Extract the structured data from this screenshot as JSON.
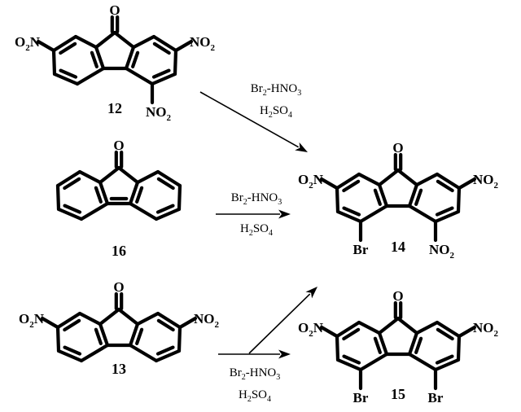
{
  "compounds": [
    {
      "id": "12",
      "label": "12"
    },
    {
      "id": "16",
      "label": "16"
    },
    {
      "id": "13",
      "label": "13"
    },
    {
      "id": "14",
      "label": "14"
    },
    {
      "id": "15",
      "label": "15"
    }
  ],
  "atoms": {
    "oxygen": "O",
    "nitro_left": {
      "main": "O",
      "sub": "2",
      "tail": "N"
    },
    "nitro_right": {
      "main": "NO",
      "sub": "2"
    },
    "bromine": "Br"
  },
  "conditions": {
    "line1": {
      "a": "Br",
      "a_sub": "2",
      "b": "-HNO",
      "b_sub": "3"
    },
    "line2": {
      "a": "H",
      "a_sub": "2",
      "b": "SO",
      "b_sub": "4"
    }
  },
  "colors": {
    "ink": "#000000",
    "background": "#ffffff"
  }
}
